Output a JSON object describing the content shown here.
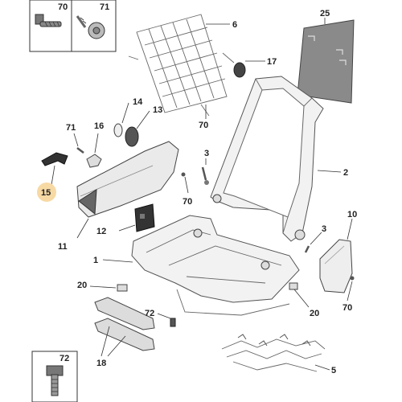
{
  "labels": {
    "p70_box": "70",
    "p71_box": "71",
    "p72_box": "72",
    "p6": "6",
    "p25": "25",
    "p17": "17",
    "p70_a": "70",
    "p14": "14",
    "p13": "13",
    "p71": "71",
    "p16": "16",
    "p15": "15",
    "p3_a": "3",
    "p2": "2",
    "p70_b": "70",
    "p10": "10",
    "p12": "12",
    "p3_b": "3",
    "p11": "11",
    "p1": "1",
    "p20_a": "20",
    "p70_c": "70",
    "p20_b": "20",
    "p72": "72",
    "p18": "18",
    "p5": "5"
  },
  "colors": {
    "highlight": "#f7d9a4",
    "line": "#333333",
    "part_fill": "#f2f2f2"
  }
}
